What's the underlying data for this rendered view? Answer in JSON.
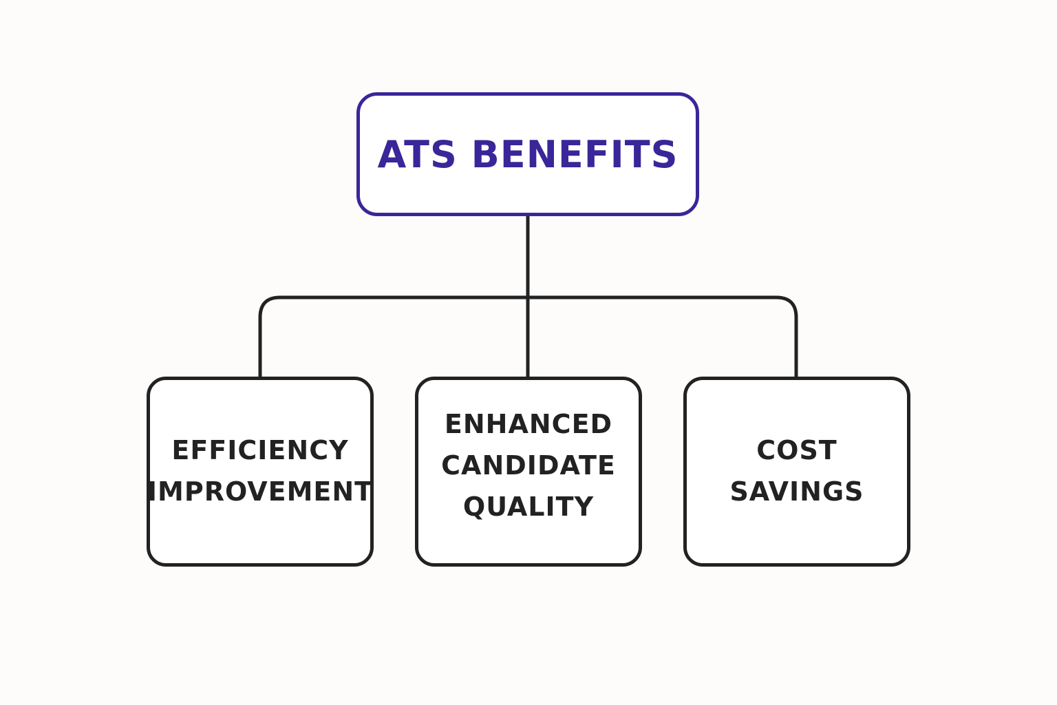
{
  "diagram": {
    "root": {
      "label": "ATS BENEFITS"
    },
    "children": [
      {
        "lines": [
          "EFFICIENCY",
          "IMPROVEMENT"
        ]
      },
      {
        "lines": [
          "ENHANCED",
          "CANDIDATE",
          "QUALITY"
        ]
      },
      {
        "lines": [
          "COST",
          "SAVINGS"
        ]
      }
    ]
  },
  "colors": {
    "background": "#fdfcfb",
    "root_accent": "#3a2699",
    "node_border": "#222222",
    "connector": "#222222"
  }
}
